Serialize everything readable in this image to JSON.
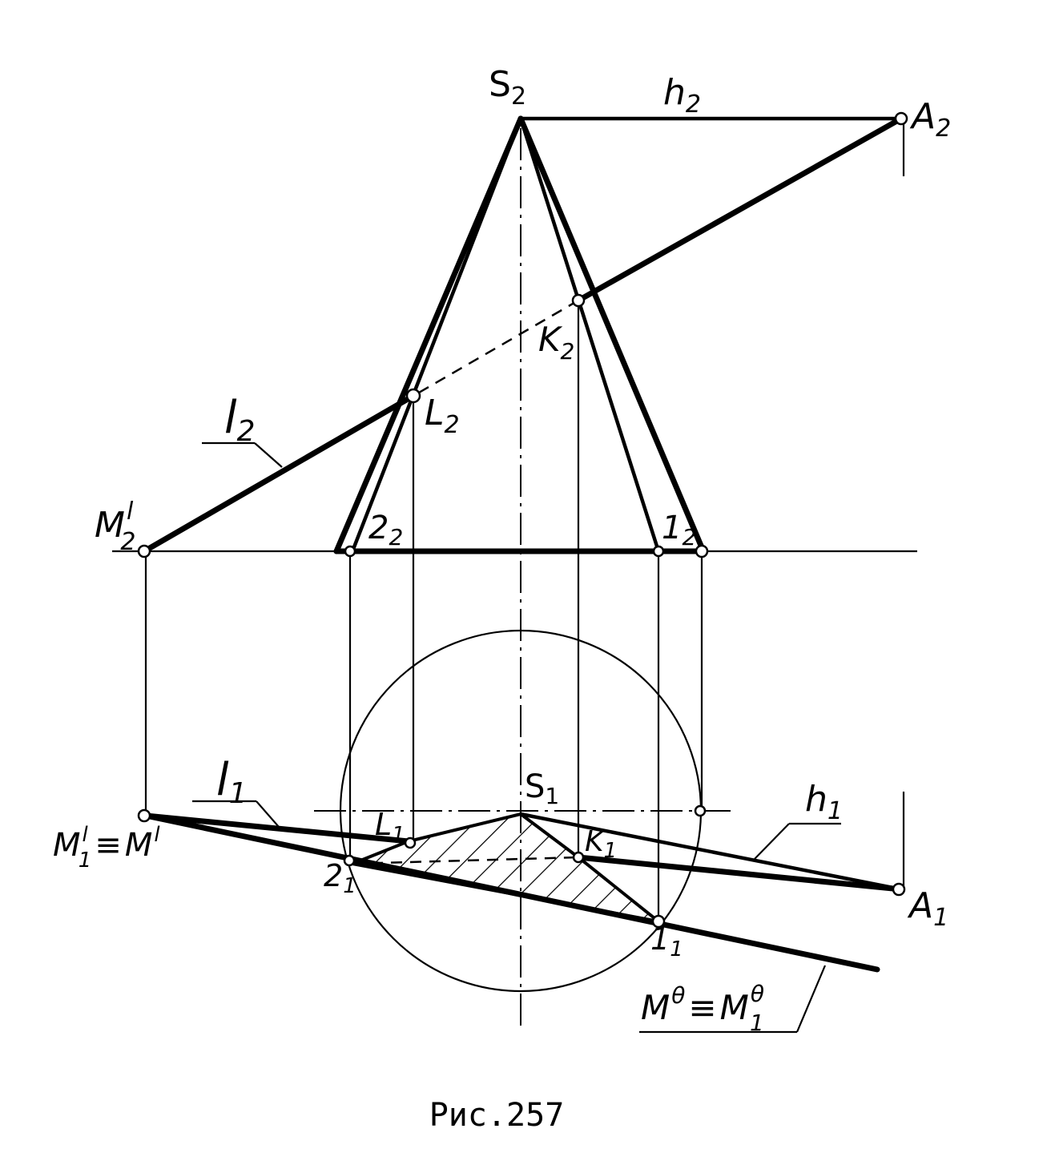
{
  "figure": {
    "caption": "Рис.257"
  },
  "labels": {
    "S2": "S",
    "S2_sub": "2",
    "h2": "h",
    "h2_sub": "2",
    "A2": "A",
    "A2_sub": "2",
    "K2": "K",
    "K2_sub": "2",
    "L2": "L",
    "L2_sub": "2",
    "l2": "l",
    "l2_sub": "2",
    "M2l": "M",
    "M2l_sub": "2",
    "M2l_sup": "l",
    "p22": "2",
    "p22_sub": "2",
    "p12": "1",
    "p12_sub": "2",
    "l1": "l",
    "l1_sub": "1",
    "S1": "S",
    "S1_sub": "1",
    "h1": "h",
    "h1_sub": "1",
    "L1": "L",
    "L1_sub": "1",
    "K1": "K",
    "K1_sub": "1",
    "A1": "A",
    "A1_sub": "1",
    "p21": "2",
    "p21_sub": "1",
    "p11": "1",
    "p11_sub": "1",
    "M1l_eq": "M",
    "M1l_sub": "1",
    "M1l_sup": "l",
    "equiv_1": "≡",
    "Ml": "M",
    "Ml_sup": "l",
    "Mtheta": "M",
    "Mtheta_sup": "θ",
    "equiv_2": "≡",
    "M1theta": "M",
    "M1theta_sub": "1",
    "M1theta_sup": "θ"
  }
}
